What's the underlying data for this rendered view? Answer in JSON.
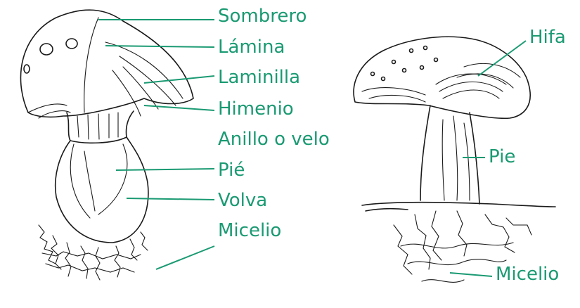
{
  "colors": {
    "label": "#1a9a72",
    "ink": "#1a1a1a",
    "background": "#ffffff"
  },
  "left_diagram": {
    "labels": [
      "Sombrero",
      "Lámina",
      "Laminilla",
      "Himenio",
      "Anillo o velo",
      "Pié",
      "Volva",
      "Micelio"
    ]
  },
  "right_diagram": {
    "labels": [
      "Hifa",
      "Pie",
      "Micelio"
    ]
  }
}
